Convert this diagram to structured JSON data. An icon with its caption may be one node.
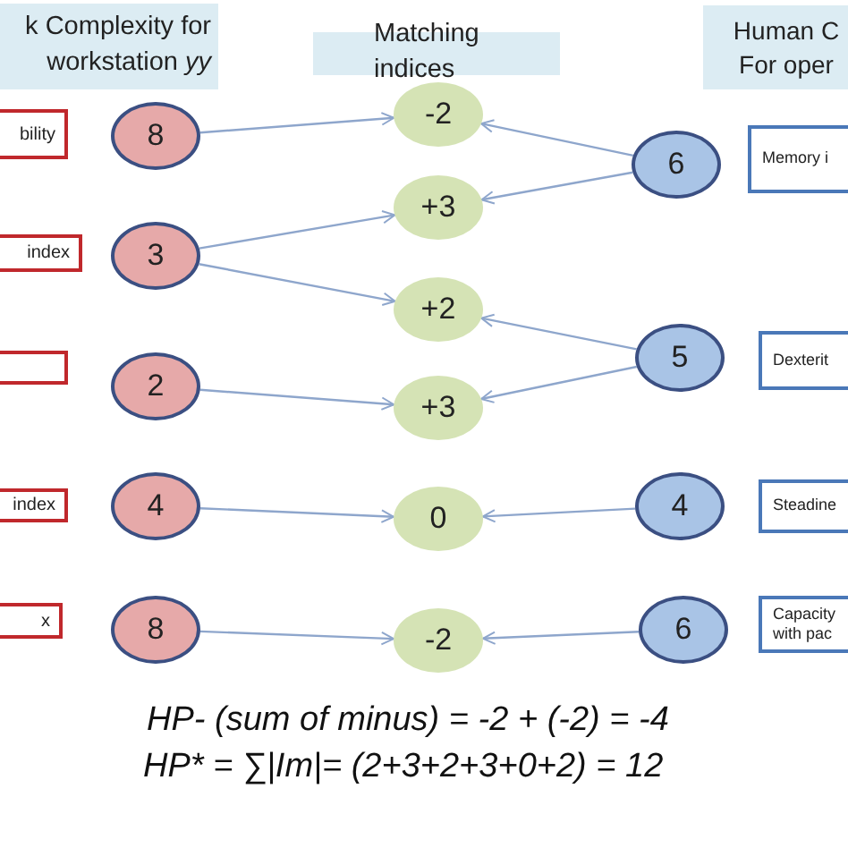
{
  "diagram": {
    "nodes": [
      {
        "text": [
          "k Complexity for workstation *yy*"
        ]
      },
      {
        "text": [
          "Matching indices"
        ]
      },
      {
        "text": [
          "Human C For oper"
        ]
      },
      {
        "text": [
          "bility"
        ]
      },
      {
        "text": [
          "index"
        ]
      },
      {
        "text": [],
        "shape": "box"
      },
      {
        "text": [
          "index"
        ]
      },
      {
        "text": [
          "x"
        ]
      },
      {
        "text": [
          "8"
        ]
      },
      {
        "text": [
          "3"
        ]
      },
      {
        "text": [
          "2"
        ]
      },
      {
        "text": [
          "4"
        ]
      },
      {
        "text": [
          "8"
        ]
      },
      {
        "text": [
          "-2"
        ]
      },
      {
        "text": [
          "+3"
        ]
      },
      {
        "text": [
          "+2"
        ]
      },
      {
        "text": [
          "+3"
        ]
      },
      {
        "text": [
          "0"
        ]
      },
      {
        "text": [
          "-2"
        ]
      },
      {
        "text": [
          "6"
        ]
      },
      {
        "text": [
          "5"
        ]
      },
      {
        "text": [
          "4"
        ]
      },
      {
        "text": [
          "6"
        ]
      },
      {
        "text": [
          "Memory i"
        ]
      },
      {
        "text": [
          "Dexterit"
        ]
      },
      {
        "text": [
          "Steadine"
        ]
      },
      {
        "text": [
          "Capacity with pac"
        ]
      }
    ],
    "edges": [
      {
        "from": 8,
        "to": 13,
        "arrow": "to"
      },
      {
        "from": 9,
        "to": 14,
        "arrow": "to"
      },
      {
        "from": 9,
        "to": 15,
        "arrow": "to"
      },
      {
        "from": 10,
        "to": 16,
        "arrow": "to"
      },
      {
        "from": 11,
        "to": 17,
        "arrow": "to"
      },
      {
        "from": 12,
        "to": 18,
        "arrow": "to"
      },
      {
        "from": 19,
        "to": 13,
        "arrow": "to"
      },
      {
        "from": 19,
        "to": 14,
        "arrow": "to"
      },
      {
        "from": 20,
        "to": 15,
        "arrow": "to"
      },
      {
        "from": 20,
        "to": 16,
        "arrow": "to"
      },
      {
        "from": 21,
        "to": 17,
        "arrow": "to"
      },
      {
        "from": 22,
        "to": 18,
        "arrow": "to"
      }
    ],
    "labels": [
      "HP- (sum of minus) = -2 + (-2) = -4",
      "HP* = ∑|Im|= (2+3+2+3+0+2) = 12"
    ]
  }
}
